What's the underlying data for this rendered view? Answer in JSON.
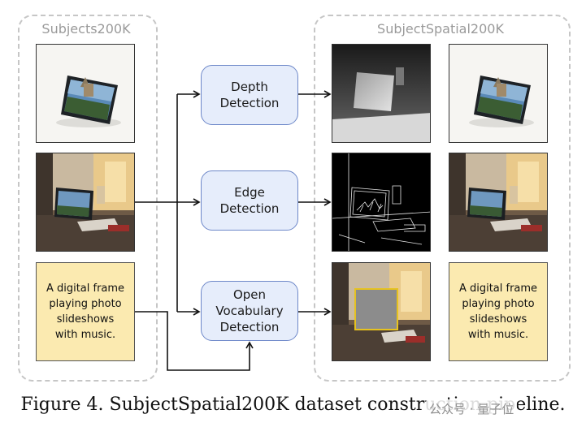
{
  "left_group": {
    "title": "Subjects200K"
  },
  "right_group": {
    "title": "SubjectSpatial200K"
  },
  "input_text": "A digital frame\nplaying photo\nslideshows\nwith music.",
  "output_text": "A digital frame\nplaying photo\nslideshows\nwith music.",
  "processes": {
    "depth": "Depth\nDetection",
    "edge": "Edge\nDetection",
    "open_vocab": "Open\nVocabulary\nDetection"
  },
  "caption": "Figure 4. SubjectSpatial200K dataset construction pipeline.",
  "watermark": "公众号 · 量子位"
}
